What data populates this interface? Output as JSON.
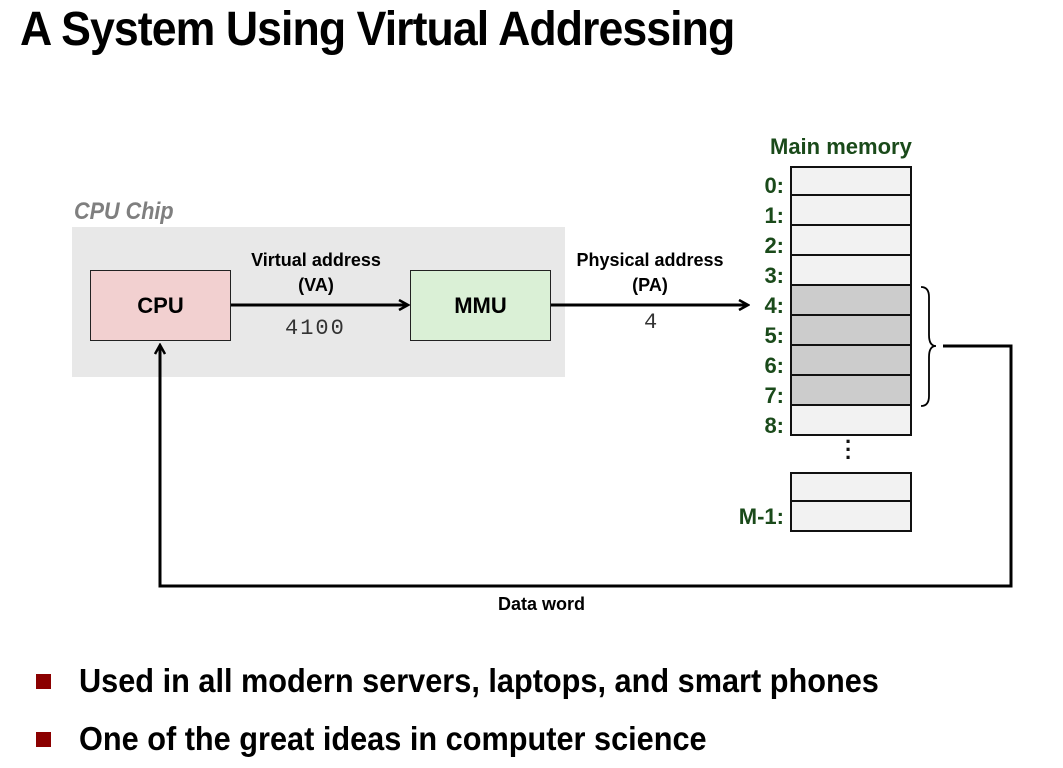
{
  "title": "A System Using Virtual Addressing",
  "diagram": {
    "chip_label": "CPU Chip",
    "cpu_label": "CPU",
    "mmu_label": "MMU",
    "virtual_address": {
      "line1": "Virtual address",
      "line2": "(VA)",
      "value": "4100"
    },
    "physical_address": {
      "line1": "Physical address",
      "line2": "(PA)",
      "value": "4"
    },
    "main_memory": {
      "title": "Main memory",
      "addresses": [
        "0:",
        "1:",
        "2:",
        "3:",
        "4:",
        "5:",
        "6:",
        "7:",
        "8:"
      ],
      "highlighted": [
        "4:",
        "5:",
        "6:",
        "7:"
      ],
      "ellipsis": "⋮",
      "last_address": "M-1:"
    },
    "data_word_label": "Data word"
  },
  "bullets": [
    "Used in all modern servers, laptops, and smart phones",
    "One of the great ideas in computer science"
  ],
  "colors": {
    "cpu_fill": "#f2d0d0",
    "mmu_fill": "#daf0d6",
    "chip_fill": "#e8e8e8",
    "memory_cell": "#f2f2f2",
    "memory_highlight": "#cccccc",
    "address_label": "#1a4a1a",
    "bullet": "#8b0000"
  }
}
